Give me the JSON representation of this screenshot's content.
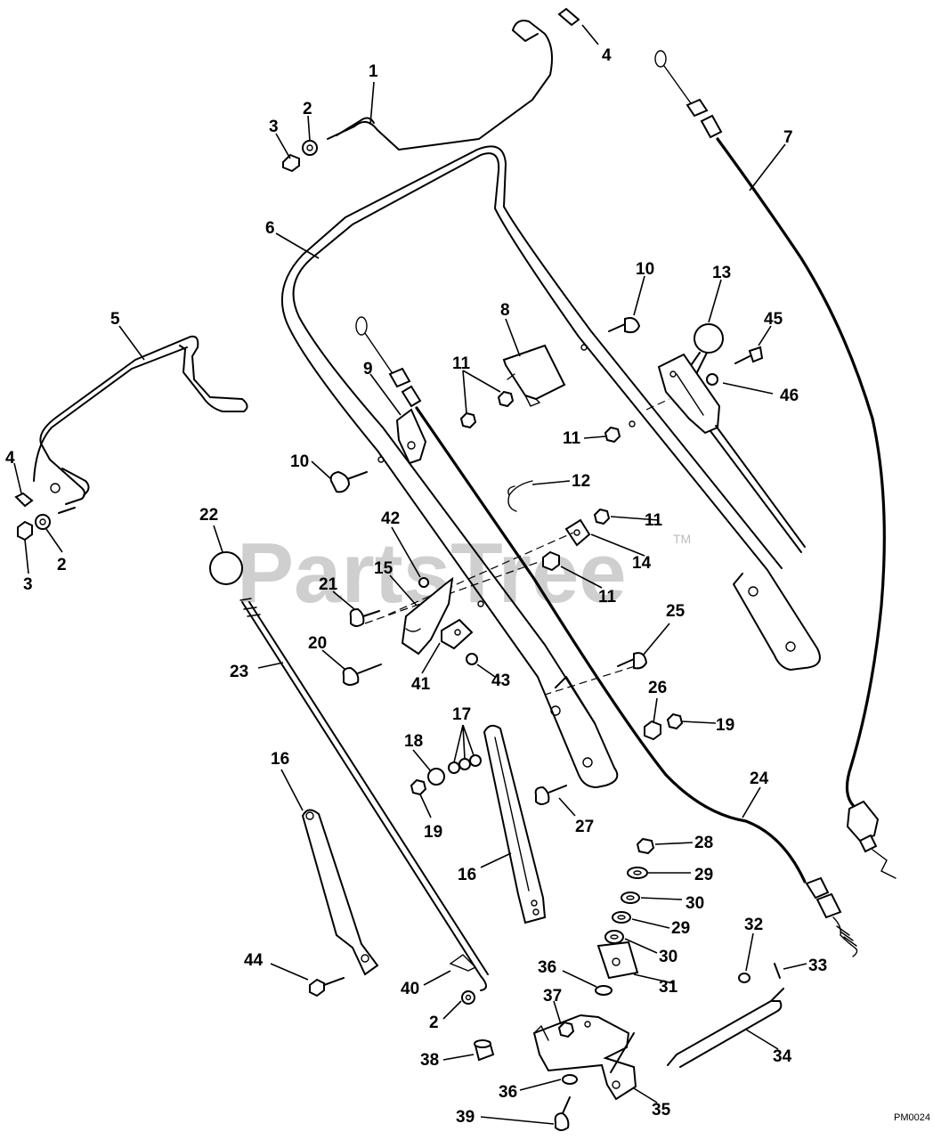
{
  "watermark": {
    "text": "PartsTree",
    "trademark": "TM"
  },
  "drawing_code": "PM0024",
  "callouts": [
    {
      "id": "c1",
      "label": "1"
    },
    {
      "id": "c2a",
      "label": "2"
    },
    {
      "id": "c3a",
      "label": "3"
    },
    {
      "id": "c4a",
      "label": "4"
    },
    {
      "id": "c7",
      "label": "7"
    },
    {
      "id": "c6",
      "label": "6"
    },
    {
      "id": "c5",
      "label": "5"
    },
    {
      "id": "c10a",
      "label": "10"
    },
    {
      "id": "c13",
      "label": "13"
    },
    {
      "id": "c45",
      "label": "45"
    },
    {
      "id": "c8",
      "label": "8"
    },
    {
      "id": "c46",
      "label": "46"
    },
    {
      "id": "c9",
      "label": "9"
    },
    {
      "id": "c11a",
      "label": "11"
    },
    {
      "id": "c11b",
      "label": "11"
    },
    {
      "id": "c4b",
      "label": "4"
    },
    {
      "id": "c10b",
      "label": "10"
    },
    {
      "id": "c12",
      "label": "12"
    },
    {
      "id": "c22",
      "label": "22"
    },
    {
      "id": "c42",
      "label": "42"
    },
    {
      "id": "c11c",
      "label": "11"
    },
    {
      "id": "c2b",
      "label": "2"
    },
    {
      "id": "c3b",
      "label": "3"
    },
    {
      "id": "c14",
      "label": "14"
    },
    {
      "id": "c15",
      "label": "15"
    },
    {
      "id": "c21",
      "label": "21"
    },
    {
      "id": "c11d",
      "label": "11"
    },
    {
      "id": "c25",
      "label": "25"
    },
    {
      "id": "c20",
      "label": "20"
    },
    {
      "id": "c23",
      "label": "23"
    },
    {
      "id": "c41",
      "label": "41"
    },
    {
      "id": "c43",
      "label": "43"
    },
    {
      "id": "c26",
      "label": "26"
    },
    {
      "id": "c17",
      "label": "17"
    },
    {
      "id": "c19a",
      "label": "19"
    },
    {
      "id": "c16a",
      "label": "16"
    },
    {
      "id": "c18",
      "label": "18"
    },
    {
      "id": "c24",
      "label": "24"
    },
    {
      "id": "c19b",
      "label": "19"
    },
    {
      "id": "c27",
      "label": "27"
    },
    {
      "id": "c28",
      "label": "28"
    },
    {
      "id": "c16b",
      "label": "16"
    },
    {
      "id": "c29a",
      "label": "29"
    },
    {
      "id": "c30a",
      "label": "30"
    },
    {
      "id": "c32",
      "label": "32"
    },
    {
      "id": "c29b",
      "label": "29"
    },
    {
      "id": "c44",
      "label": "44"
    },
    {
      "id": "c30b",
      "label": "30"
    },
    {
      "id": "c33",
      "label": "33"
    },
    {
      "id": "c36a",
      "label": "36"
    },
    {
      "id": "c40",
      "label": "40"
    },
    {
      "id": "c31",
      "label": "31"
    },
    {
      "id": "c2c",
      "label": "2"
    },
    {
      "id": "c37",
      "label": "37"
    },
    {
      "id": "c34",
      "label": "34"
    },
    {
      "id": "c38",
      "label": "38"
    },
    {
      "id": "c36b",
      "label": "36"
    },
    {
      "id": "c35",
      "label": "35"
    },
    {
      "id": "c39",
      "label": "39"
    }
  ]
}
